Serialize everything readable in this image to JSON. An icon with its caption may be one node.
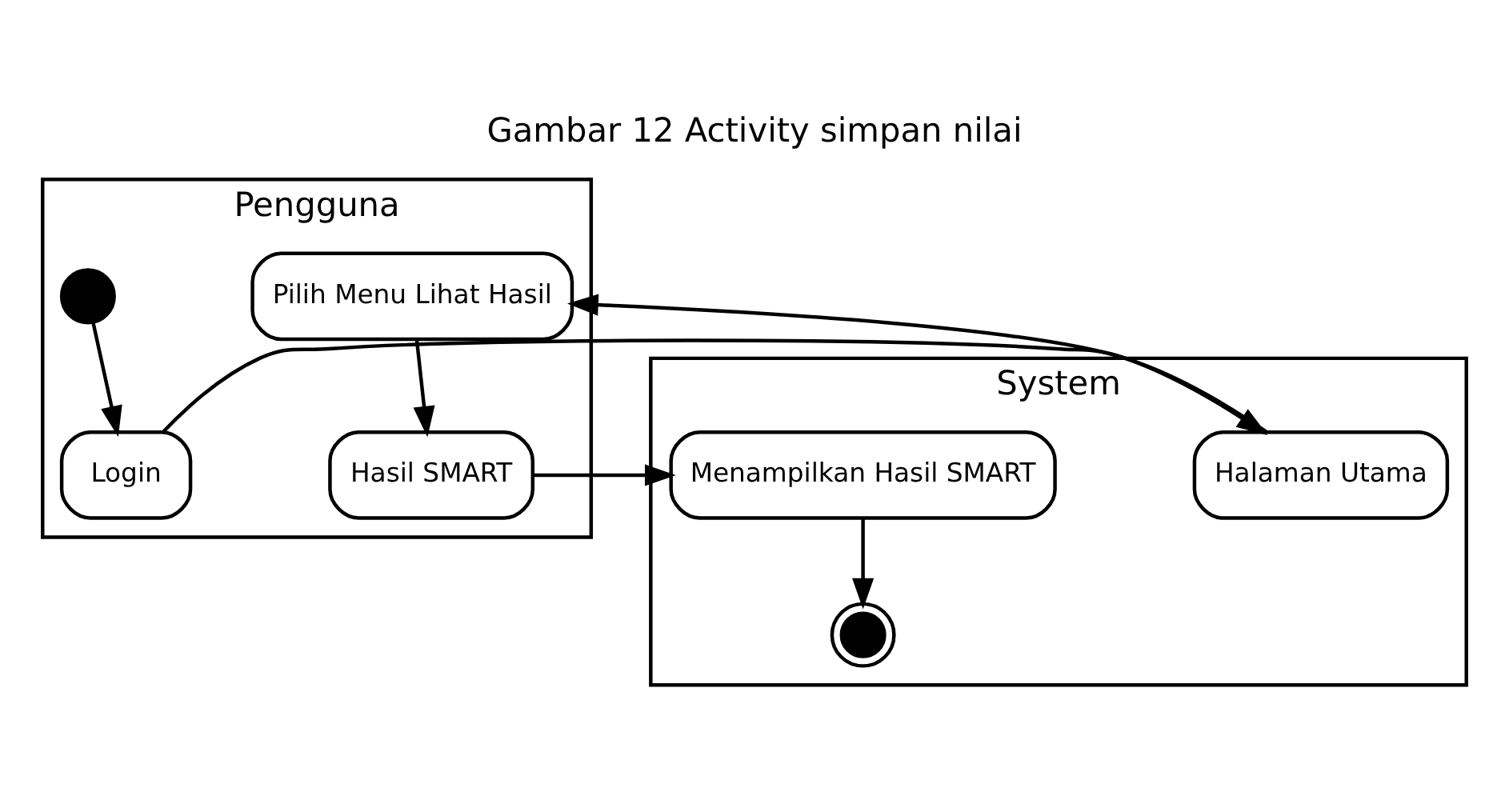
{
  "diagram": {
    "title": "Gambar 12 Activity simpan nilai",
    "nodes": [
      {
        "text": [
          "Pengguna"
        ]
      },
      {
        "text": [
          "System"
        ]
      },
      {
        "text": [],
        "shape": "circle",
        "in": 0
      },
      {
        "text": [
          "Login"
        ],
        "in": 0
      },
      {
        "text": [
          "Halaman Utama"
        ],
        "in": 1
      },
      {
        "text": [
          "Pilih Menu Lihat Hasil"
        ],
        "in": 0
      },
      {
        "text": [
          "Hasil SMART"
        ],
        "in": 0
      },
      {
        "text": [
          "Menampilkan Hasil SMART"
        ],
        "in": 1
      },
      {
        "text": [],
        "shape": "bullseye",
        "in": 1
      }
    ],
    "edges": [
      {
        "from": 2,
        "to": 3,
        "arrow": "to"
      },
      {
        "from": 3,
        "to": 4,
        "arrow": "to"
      },
      {
        "from": 4,
        "to": 5,
        "arrow": "to"
      },
      {
        "from": 5,
        "to": 6,
        "arrow": "to"
      },
      {
        "from": 6,
        "to": 7,
        "arrow": "to"
      },
      {
        "from": 7,
        "to": 8,
        "arrow": "to"
      }
    ]
  }
}
